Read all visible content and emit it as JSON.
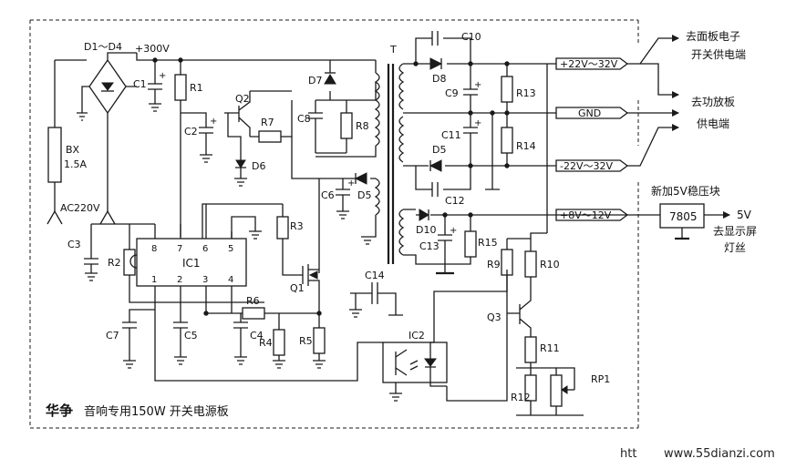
{
  "bridge": {
    "label": "D1～D4"
  },
  "bus": {
    "label": "+300V"
  },
  "fuse": {
    "name": "BX",
    "rating": "1.5A"
  },
  "mains": {
    "label": "AC220V"
  },
  "ic": {
    "name": "IC1",
    "pins_top": [
      "8",
      "7",
      "6",
      "5"
    ],
    "pins_bottom": [
      "1",
      "2",
      "3",
      "4"
    ]
  },
  "optocoupler": {
    "name": "IC2"
  },
  "regulator": {
    "name": "7805",
    "heading": "新加5V稳压块",
    "output": "5V",
    "dest_line1": "去显示屏",
    "dest_line2": "灯丝"
  },
  "components": {
    "C1": "C1",
    "C2": "C2",
    "C3": "C3",
    "C4": "C4",
    "C5": "C5",
    "C6": "C6",
    "C7": "C7",
    "C8": "C8",
    "C9": "C9",
    "C10": "C10",
    "C11": "C11",
    "C12": "C12",
    "C13": "C13",
    "C14": "C14",
    "R1": "R1",
    "R2": "R2",
    "R3": "R3",
    "R4": "R4",
    "R5": "R5",
    "R6": "R6",
    "R7": "R7",
    "R8": "R8",
    "R9": "R9",
    "R10": "R10",
    "R11": "R11",
    "R12": "R12",
    "R13": "R13",
    "R14": "R14",
    "R15": "R15",
    "D5": "D5",
    "D6": "D6",
    "D7": "D7",
    "D8": "D8",
    "D10": "D10",
    "Q1": "Q1",
    "Q2": "Q2",
    "Q3": "Q3",
    "RP1": "RP1",
    "T": "T"
  },
  "outputs": {
    "pos_rail": "+22V～32V",
    "gnd": "GND",
    "neg_rail": "-22V～32V",
    "aux": "+8V～12V"
  },
  "destinations": {
    "panel_line1": "去面板电子",
    "panel_line2": "开关供电端",
    "amp_line1": "去功放板",
    "amp_line2": "供电端"
  },
  "caption": {
    "brand": "华争",
    "title": "音响专用150W 开关电源板"
  },
  "watermark": {
    "prefix": "htt",
    "site": "www.55dianzi.com"
  }
}
